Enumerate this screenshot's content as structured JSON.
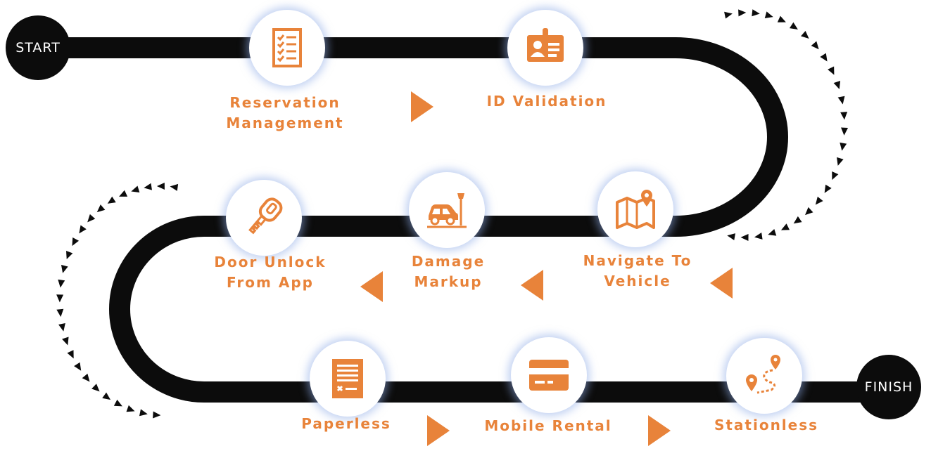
{
  "accent_color": "#e8833a",
  "road_color": "#0c0c0c",
  "start_label": "START",
  "finish_label": "FINISH",
  "steps": [
    {
      "lines": [
        "Reservation",
        "Management"
      ],
      "icon": "checklist-icon"
    },
    {
      "lines": [
        "ID Validation"
      ],
      "icon": "id-card-icon"
    },
    {
      "lines": [
        "Navigate To",
        "Vehicle"
      ],
      "icon": "map-pin-icon"
    },
    {
      "lines": [
        "Damage",
        "Markup"
      ],
      "icon": "car-crash-icon"
    },
    {
      "lines": [
        "Door Unlock",
        "From App"
      ],
      "icon": "key-icon"
    },
    {
      "lines": [
        "Paperless"
      ],
      "icon": "document-icon"
    },
    {
      "lines": [
        "Mobile Rental"
      ],
      "icon": "credit-card-icon"
    },
    {
      "lines": [
        "Stationless"
      ],
      "icon": "route-icon"
    }
  ]
}
